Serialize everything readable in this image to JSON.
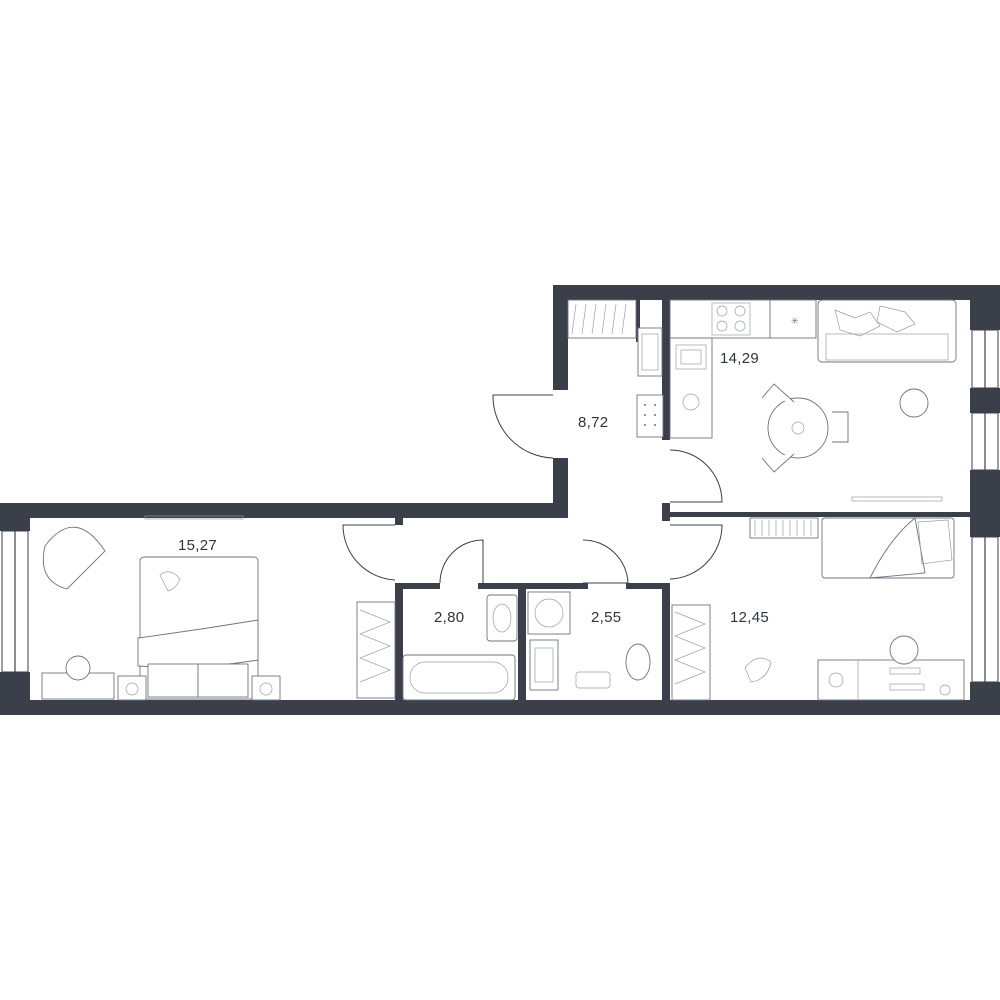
{
  "rooms": [
    {
      "id": "entry-hall",
      "area": "8,72"
    },
    {
      "id": "kitchen-living",
      "area": "14,29"
    },
    {
      "id": "bedroom-left",
      "area": "15,27"
    },
    {
      "id": "bathroom",
      "area": "2,80"
    },
    {
      "id": "wc",
      "area": "2,55"
    },
    {
      "id": "bedroom-right",
      "area": "12,45"
    }
  ],
  "colors": {
    "walls": "#3b3f4a",
    "background": "#ffffff",
    "furniture": "#6f7380"
  }
}
